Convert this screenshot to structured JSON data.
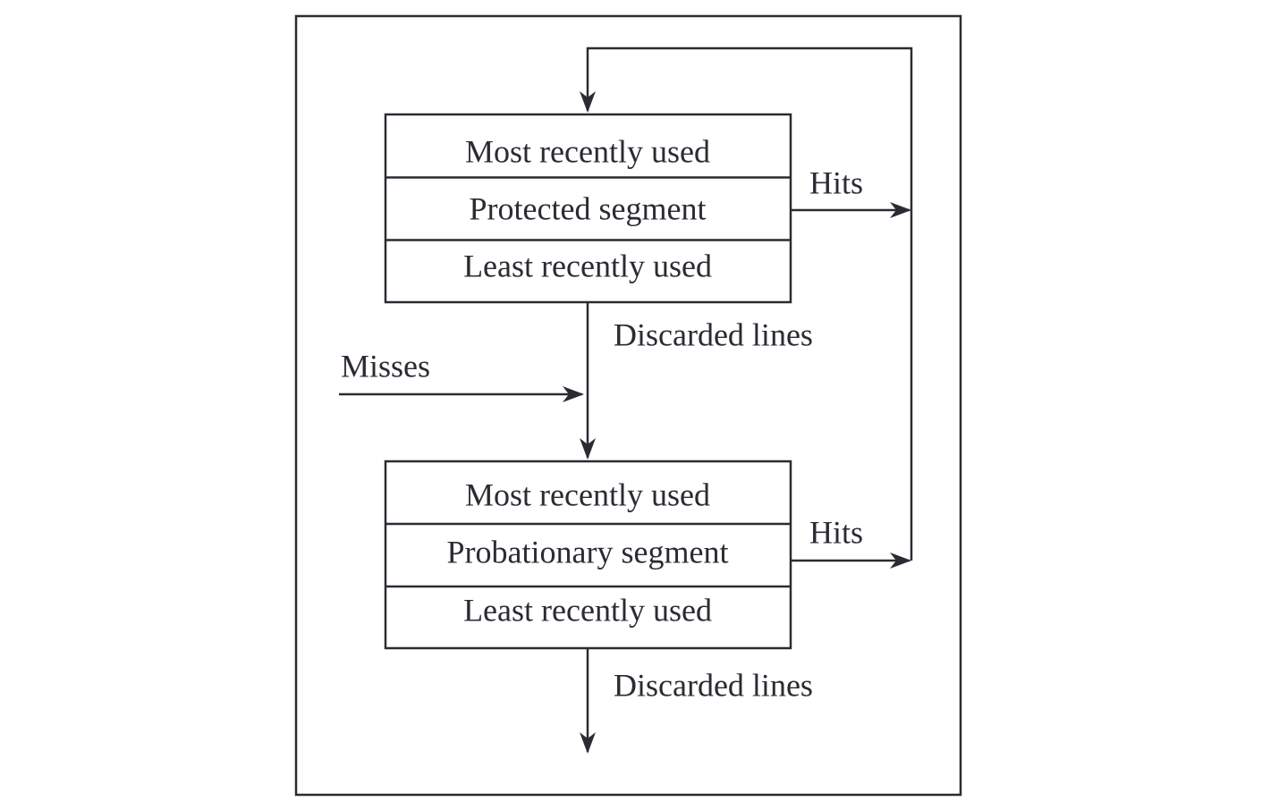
{
  "colors": {
    "stroke": "#2b2b33",
    "background": "#ffffff",
    "text": "#2b2b33"
  },
  "protected_segment": {
    "top_label": "Most recently used",
    "name": "Protected segment",
    "bottom_label": "Least recently used",
    "hits_label": "Hits"
  },
  "probationary_segment": {
    "top_label": "Most recently used",
    "name": "Probationary segment",
    "bottom_label": "Least recently used",
    "hits_label": "Hits"
  },
  "flows": {
    "discarded_from_protected": "Discarded lines",
    "misses": "Misses",
    "discarded_from_probationary": "Discarded lines"
  }
}
